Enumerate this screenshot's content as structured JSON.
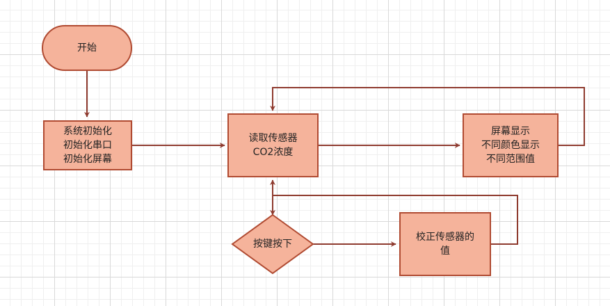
{
  "diagram": {
    "theme": {
      "node_fill": "#f5b39b",
      "node_stroke": "#b04a31",
      "edge_color": "#8e3a2e",
      "grid_major": "#d9d9d9",
      "grid_minor": "#efefef"
    },
    "nodes": {
      "start": {
        "shape": "terminator",
        "lines": [
          "开始"
        ]
      },
      "init": {
        "shape": "process",
        "lines": [
          "系统初始化",
          "初始化串口",
          "初始化屏幕"
        ]
      },
      "read": {
        "shape": "process",
        "lines": [
          "读取传感器",
          "CO2浓度"
        ]
      },
      "display": {
        "shape": "process",
        "lines": [
          "屏幕显示",
          "不同颜色显示",
          "不同范围值"
        ]
      },
      "key": {
        "shape": "decision",
        "lines": [
          "按键按下"
        ]
      },
      "calibrate": {
        "shape": "process",
        "lines": [
          "校正传感器的",
          "值"
        ]
      }
    },
    "edges": [
      {
        "from": "start",
        "to": "init"
      },
      {
        "from": "init",
        "to": "read"
      },
      {
        "from": "read",
        "to": "display"
      },
      {
        "from": "display",
        "to": "read"
      },
      {
        "from": "key",
        "to": "read"
      },
      {
        "from": "read",
        "to": "key"
      },
      {
        "from": "key",
        "to": "calibrate"
      },
      {
        "from": "calibrate",
        "to": "read"
      }
    ]
  }
}
